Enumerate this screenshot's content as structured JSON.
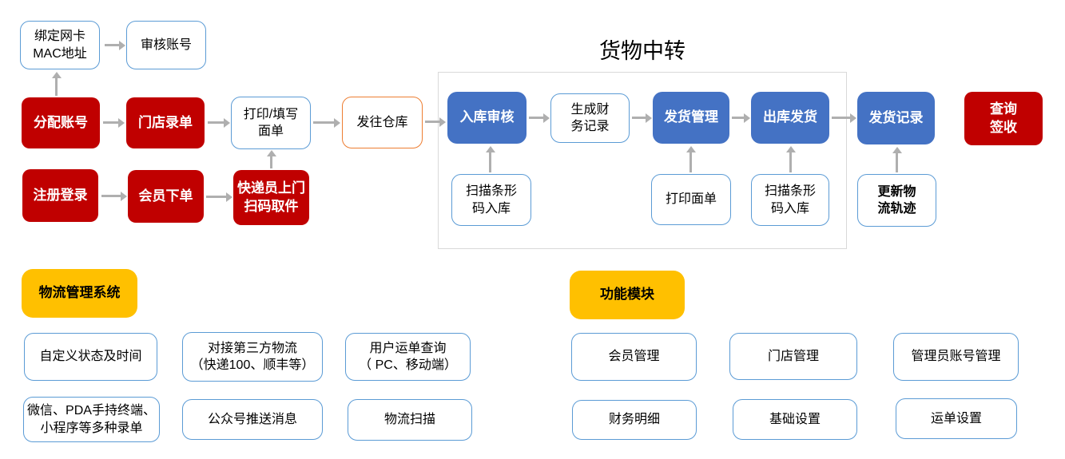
{
  "title": "货物中转",
  "colors": {
    "red": "#C00000",
    "blue_fill": "#4472C4",
    "blue_border": "#5B9BD5",
    "orange_border": "#ED7D31",
    "yellow": "#FFC000",
    "arrow_gray": "#AFAFAF",
    "container_border": "#D9D9D9"
  },
  "flow": {
    "bind_mac": "绑定网卡\nMAC地址",
    "audit_account": "审核账号",
    "assign_account": "分配账号",
    "store_entry": "门店录单",
    "print_fill": "打印/填写\n面单",
    "send_warehouse": "发往仓库",
    "register_login": "注册登录",
    "member_order": "会员下单",
    "courier_pickup": "快递员上门\n扫码取件",
    "inbound_audit": "入库审核",
    "finance_record": "生成财\n务记录",
    "ship_mgmt": "发货管理",
    "outbound_ship": "出库发货",
    "ship_record": "发货记录",
    "query_sign": "查询\n签收",
    "scan_barcode_in": "扫描条形\n码入库",
    "print_sheet": "打印面单",
    "scan_barcode_in2": "扫描条形\n码入库",
    "update_track": "更新物\n流轨迹"
  },
  "sections": {
    "logistics": {
      "header": "物流管理系统",
      "items": [
        "自定义状态及时间",
        "对接第三方物流\n（快递100、顺丰等）",
        "用户运单查询\n（ PC、移动端）",
        "微信、PDA手持终端、\n小程序等多种录单",
        "公众号推送消息",
        "物流扫描"
      ]
    },
    "modules": {
      "header": "功能模块",
      "items": [
        "会员管理",
        "门店管理",
        "管理员账号管理",
        "财务明细",
        "基础设置",
        "运单设置"
      ]
    }
  }
}
